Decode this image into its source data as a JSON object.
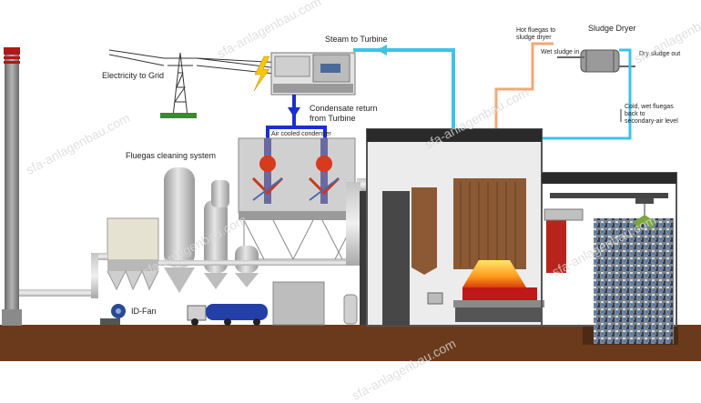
{
  "labels": {
    "electricity_to_grid": "Electricity to Grid",
    "steam_to_turbine": "Steam to Turbine",
    "condensate_return_line1": "Condensate return",
    "condensate_return_line2": "from Turbine",
    "air_cooled_condenser": "Air cooled condenser",
    "fluegas_cleaning_system": "Fluegas cleaning system",
    "id_fan": "ID-Fan",
    "hot_fluegas_line1": "Hot fluegas to",
    "hot_fluegas_line2": "sludge dryer",
    "wet_sludge_in": "Wet sludge in",
    "sludge_dryer": "Sludge Dryer",
    "dry_sludge_out": "Dry sludge out",
    "cold_fluegas_line1": "Cold, wet fluegas",
    "cold_fluegas_line2": "back to",
    "cold_fluegas_line3": "secondary-air level"
  },
  "watermark": "sfa-anlagenbau.com",
  "colors": {
    "steam": "#3cc3e8",
    "condensate": "#1a2fcf",
    "hot_fluegas": "#f0a878",
    "cold_fluegas": "#3cc3e8",
    "ground": "#6b3a1c",
    "boiler_tubes": "#8b5a34",
    "lightning": "#f5c800"
  },
  "icons": [
    "lightning-icon",
    "power-pylon-icon",
    "turbine-generator-icon",
    "crane-grab-icon",
    "truck-icon",
    "fan-icon"
  ]
}
